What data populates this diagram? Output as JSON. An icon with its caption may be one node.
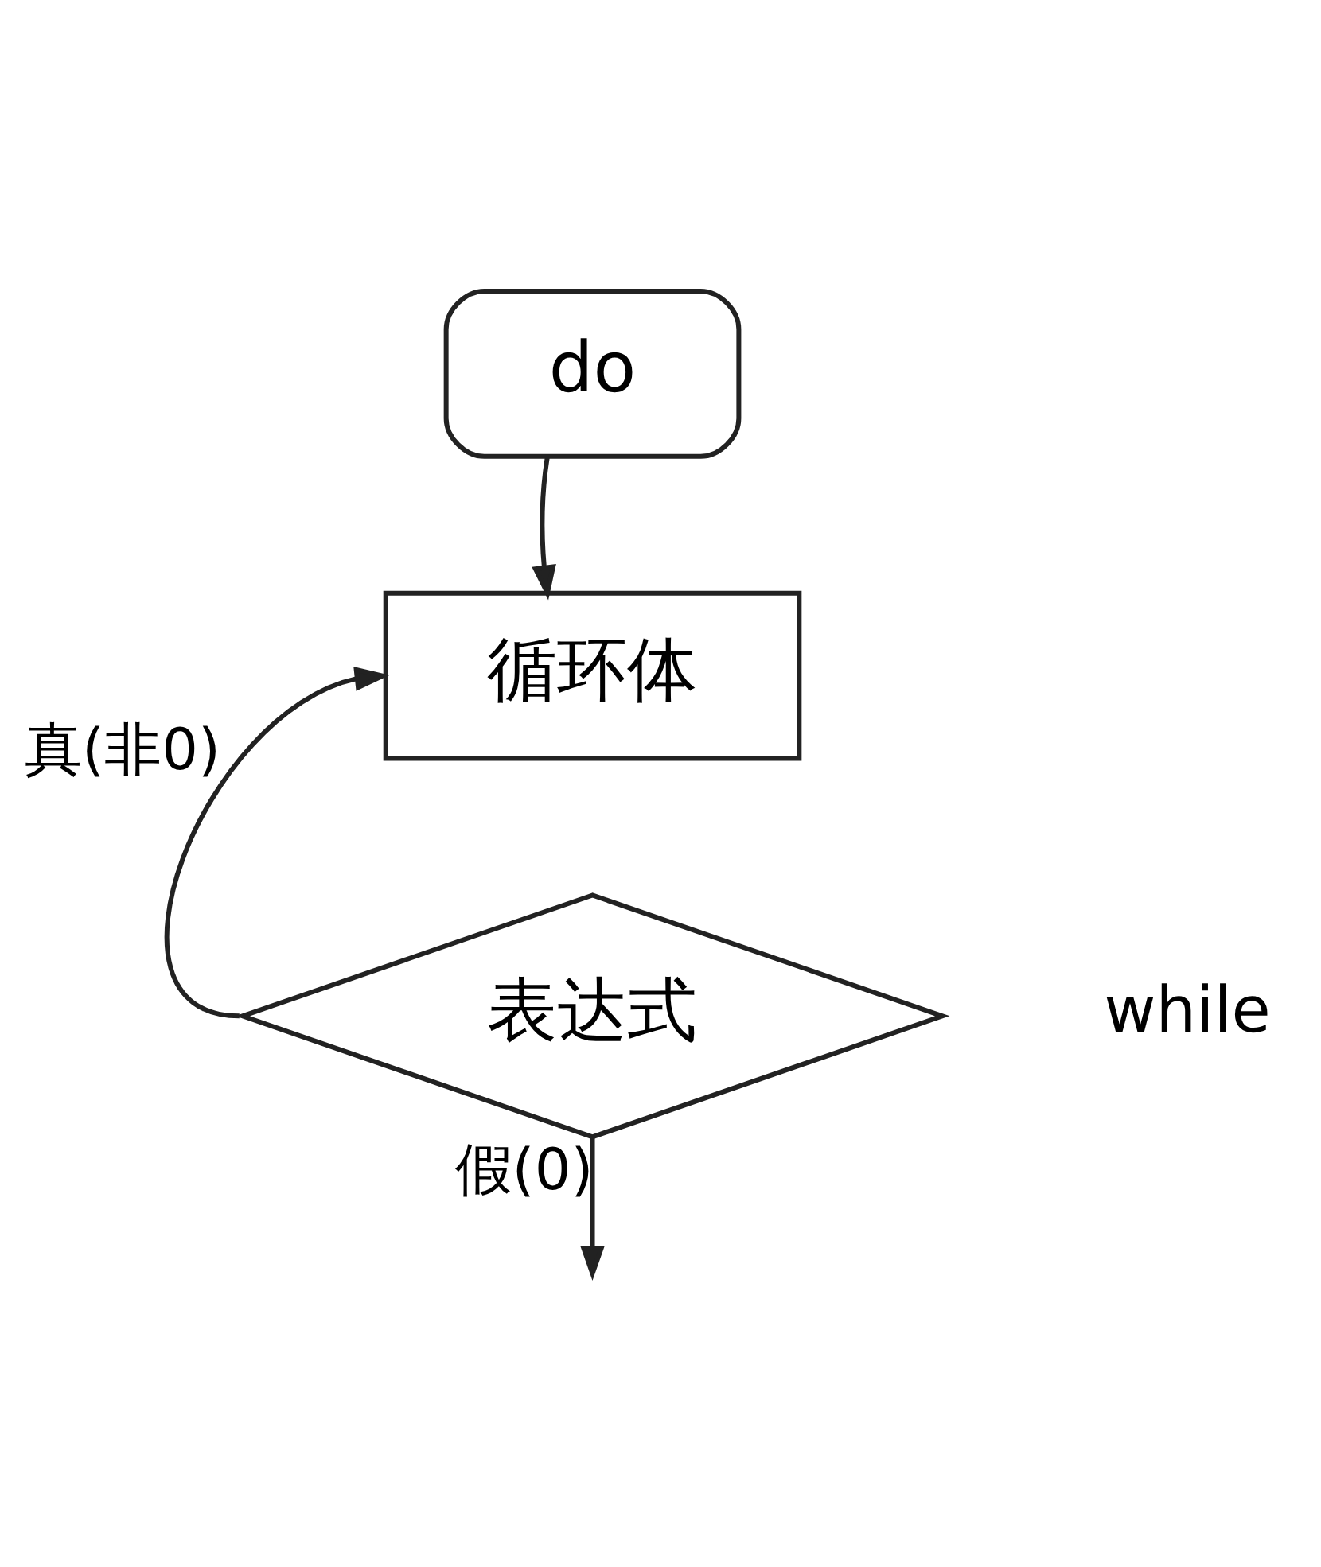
{
  "diagram": {
    "nodes": [
      {
        "text": [
          "do"
        ]
      },
      {
        "text": [
          "循环体"
        ]
      },
      {
        "text": [
          "表达式"
        ],
        "beside": [
          "while"
        ]
      }
    ],
    "edges": [
      {
        "from": 0,
        "to": 1,
        "arrow": "to"
      },
      {
        "from": 2,
        "to": 1,
        "arrow": "to",
        "label": "真(非0)"
      },
      {
        "from": 2,
        "to": null,
        "arrow": "to",
        "label": "假(0)"
      }
    ]
  }
}
